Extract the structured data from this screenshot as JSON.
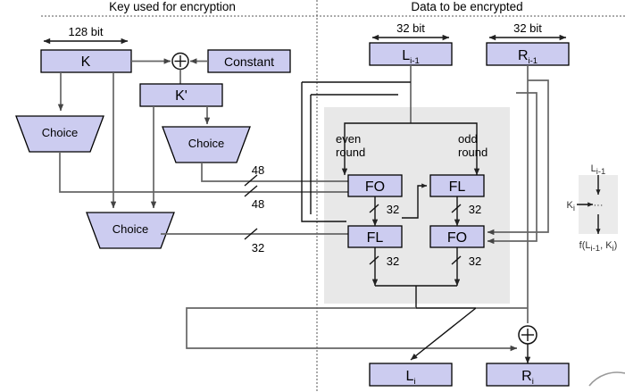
{
  "headers": {
    "left": "Key used for encryption",
    "right": "Data to be encrypted"
  },
  "colors": {
    "box_fill": "#ccccf0",
    "box_stroke": "#000000",
    "panel_fill": "#e8e8e8",
    "wire": "#666666",
    "divider": "#555555"
  },
  "key_side": {
    "width_label": "128 bit",
    "k_box": "K",
    "constant_box": "Constant",
    "kprime_box": "K'",
    "choice_left": "Choice",
    "choice_mid": "Choice",
    "choice_bottom": "Choice",
    "xor_glyph": "+",
    "bus_labels": {
      "fo_upper": "48",
      "fo_lower": "48",
      "fl": "32"
    }
  },
  "data_side": {
    "left_width_label": "32 bit",
    "right_width_label": "32 bit",
    "input_left": {
      "base": "L",
      "sub": "i-1"
    },
    "input_right": {
      "base": "R",
      "sub": "i-1"
    },
    "output_left": {
      "base": "L",
      "sub": "i"
    },
    "output_right": {
      "base": "R",
      "sub": "i"
    },
    "even_round_label_line1": "even",
    "even_round_label_line2": "round",
    "odd_round_label_line1": "odd",
    "odd_round_label_line2": "round",
    "blocks": {
      "even_top": "FO",
      "even_bottom": "FL",
      "odd_top": "FL",
      "odd_bottom": "FO"
    },
    "bus_labels": {
      "even_top_out": "32",
      "even_bottom_out": "32",
      "odd_top_out": "32",
      "odd_bottom_out": "32"
    },
    "xor_glyph": "+"
  },
  "legend": {
    "input": {
      "base": "L",
      "sub": "i-1"
    },
    "key_in": {
      "base": "K",
      "sub": "i"
    },
    "body": "···",
    "output_prefix": "f(L",
    "output_sub1": "i-1",
    "output_mid": ", K",
    "output_sub2": "i",
    "output_suffix": ")"
  }
}
